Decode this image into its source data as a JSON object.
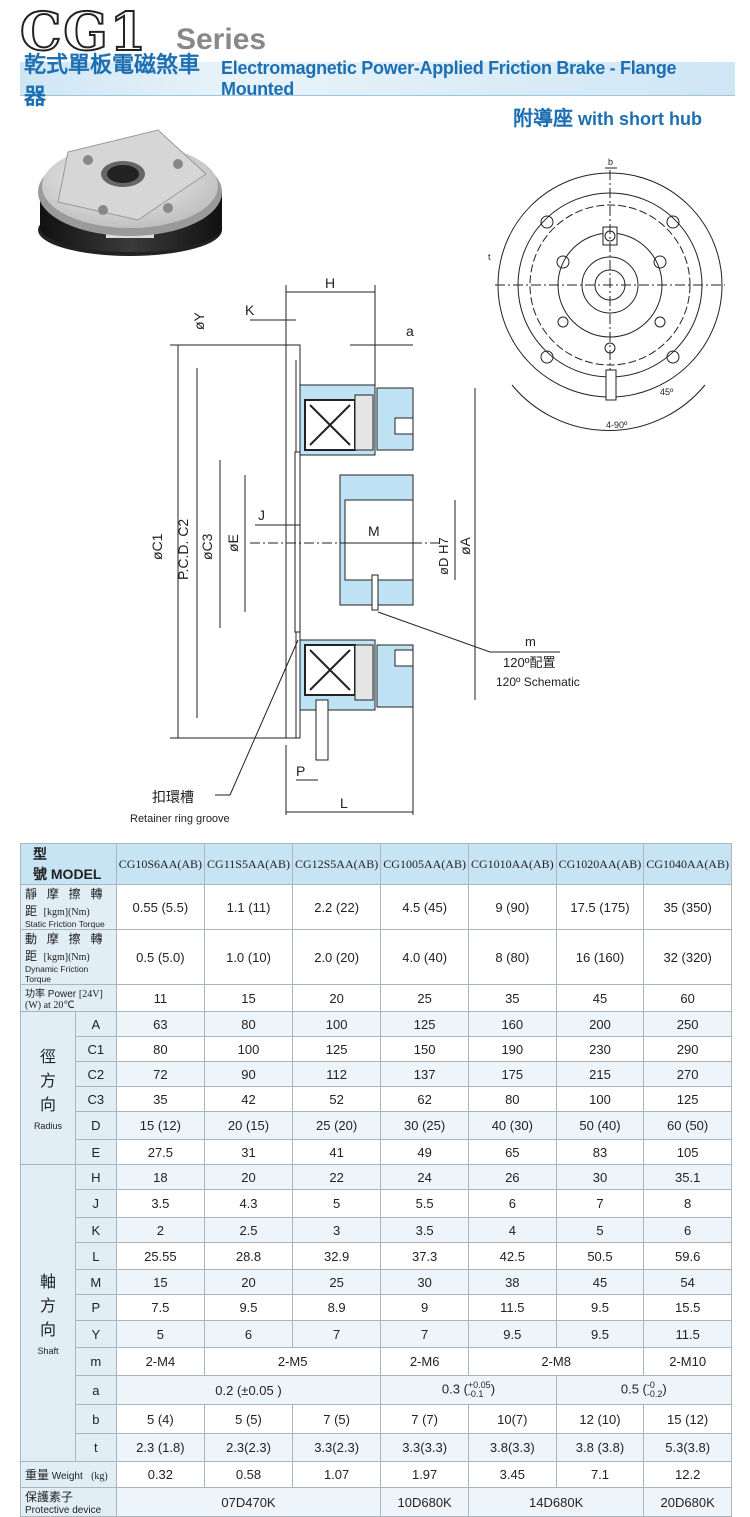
{
  "header": {
    "series_big": "CG1",
    "series_word": "Series",
    "title_zh": "乾式單板電磁煞車器",
    "title_en": "Electromagnetic Power-Applied Friction Brake - Flange Mounted",
    "hub_zh": "附導座",
    "hub_en": "with short hub"
  },
  "diagram": {
    "H": "H",
    "K": "K",
    "Y": "øY",
    "a": "a",
    "J": "J",
    "M": "M",
    "C1": "øC1",
    "PCD": "P.C.D. C2",
    "C3": "øC3",
    "E": "øE",
    "D": "øD H7",
    "A": "øA",
    "P": "P",
    "L": "L",
    "m": "m",
    "m_zh": "120º配置",
    "m_en": "120º Schematic",
    "groove_zh": "扣環槽",
    "groove_en": "Retainer ring groove",
    "b": "b",
    "t": "t",
    "angle45": "45º",
    "angle490": "4-90º"
  },
  "table": {
    "model_zh": "型 號",
    "model_en": "MODEL",
    "models": [
      "CG10S6AA(AB)",
      "CG11S5AA(AB)",
      "CG12S5AA(AB)",
      "CG1005AA(AB)",
      "CG1010AA(AB)",
      "CG1020AA(AB)",
      "CG1040AA(AB)"
    ],
    "static_zh": "靜 摩 擦 轉 距",
    "static_en": "Static Friction Torque",
    "static_unit": "[kgm](Nm)",
    "static": [
      "0.55 (5.5)",
      "1.1 (11)",
      "2.2 (22)",
      "4.5 (45)",
      "9 (90)",
      "17.5 (175)",
      "35 (350)"
    ],
    "dynamic_zh": "動 摩 擦 轉 距",
    "dynamic_en": "Dynamic Friction Torque",
    "dynamic_unit": "[kgm](Nm)",
    "dynamic": [
      "0.5 (5.0)",
      "1.0 (10)",
      "2.0 (20)",
      "4.0 (40)",
      "8 (80)",
      "16 (160)",
      "32 (320)"
    ],
    "power_zh": "功率",
    "power_en": "Power",
    "power_unit": "[24V](W) at 20℃",
    "power": [
      "11",
      "15",
      "20",
      "25",
      "35",
      "45",
      "60"
    ],
    "radius_zh": [
      "徑",
      "方",
      "向"
    ],
    "radius_en": "Radius",
    "radius_rows": [
      {
        "dim": "A",
        "values": [
          "63",
          "80",
          "100",
          "125",
          "160",
          "200",
          "250"
        ]
      },
      {
        "dim": "C1",
        "values": [
          "80",
          "100",
          "125",
          "150",
          "190",
          "230",
          "290"
        ]
      },
      {
        "dim": "C2",
        "values": [
          "72",
          "90",
          "112",
          "137",
          "175",
          "215",
          "270"
        ]
      },
      {
        "dim": "C3",
        "values": [
          "35",
          "42",
          "52",
          "62",
          "80",
          "100",
          "125"
        ]
      },
      {
        "dim": "D",
        "values": [
          "15 (12)",
          "20 (15)",
          "25 (20)",
          "30 (25)",
          "40 (30)",
          "50 (40)",
          "60 (50)"
        ]
      },
      {
        "dim": "E",
        "values": [
          "27.5",
          "31",
          "41",
          "49",
          "65",
          "83",
          "105"
        ]
      }
    ],
    "shaft_zh": [
      "軸",
      "方",
      "向"
    ],
    "shaft_en": "Shaft",
    "shaft_rows": [
      {
        "dim": "H",
        "values": [
          "18",
          "20",
          "22",
          "24",
          "26",
          "30",
          "35.1"
        ]
      },
      {
        "dim": "J",
        "values": [
          "3.5",
          "4.3",
          "5",
          "5.5",
          "6",
          "7",
          "8"
        ]
      },
      {
        "dim": "K",
        "values": [
          "2",
          "2.5",
          "3",
          "3.5",
          "4",
          "5",
          "6"
        ]
      },
      {
        "dim": "L",
        "values": [
          "25.55",
          "28.8",
          "32.9",
          "37.3",
          "42.5",
          "50.5",
          "59.6"
        ]
      },
      {
        "dim": "M",
        "values": [
          "15",
          "20",
          "25",
          "30",
          "38",
          "45",
          "54"
        ]
      },
      {
        "dim": "P",
        "values": [
          "7.5",
          "9.5",
          "8.9",
          "9",
          "11.5",
          "9.5",
          "15.5"
        ]
      },
      {
        "dim": "Y",
        "values": [
          "5",
          "6",
          "7",
          "7",
          "9.5",
          "9.5",
          "11.5"
        ]
      }
    ],
    "m_dim": "m",
    "m_values": [
      "2-M4",
      "2-M5",
      "2-M6",
      "2-M8",
      "2-M10"
    ],
    "a_dim": "a",
    "a_v1": "0.2 (±0.05 )",
    "a_v2_main": "0.3 (",
    "a_v2_sup": "+0.05",
    "a_v2_sub": "-0.1",
    "a_v3_main": "0.5 (",
    "a_v3_sup": "-0",
    "a_v3_sub": "-0.2",
    "close": ")",
    "b_dim": "b",
    "b_values": [
      "5 (4)",
      "5 (5)",
      "7 (5)",
      "7 (7)",
      "10(7)",
      "12 (10)",
      "15 (12)"
    ],
    "t_dim": "t",
    "t_values": [
      "2.3 (1.8)",
      "2.3(2.3)",
      "3.3(2.3)",
      "3.3(3.3)",
      "3.8(3.3)",
      "3.8 (3.8)",
      "5.3(3.8)"
    ],
    "weight_zh": "重量",
    "weight_en": "Weight",
    "weight_unit": "(kg)",
    "weight": [
      "0.32",
      "0.58",
      "1.07",
      "1.97",
      "3.45",
      "7.1",
      "12.2"
    ],
    "protect_zh": "保護素子",
    "protect_en": "Protective device",
    "protect_values": [
      "07D470K",
      "10D680K",
      "14D680K",
      "20D680K"
    ]
  }
}
